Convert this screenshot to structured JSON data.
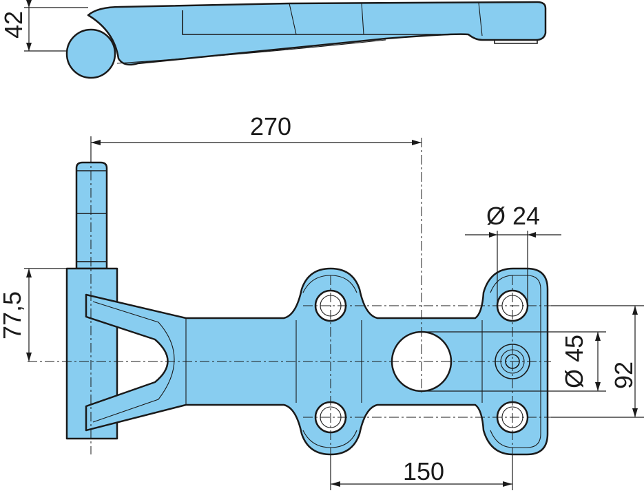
{
  "colors": {
    "part_fill": "#88cdf0",
    "outline": "#1a1a1a",
    "background": "#ffffff"
  },
  "dimensions": {
    "height_top_view": "42",
    "pin_to_hole_length": "270",
    "small_hole_diameter": "Ø 24",
    "offset_height": "77,5",
    "large_hole_diameter": "Ø 45",
    "hole_spacing_vertical": "92",
    "hole_spacing_horizontal": "150"
  }
}
